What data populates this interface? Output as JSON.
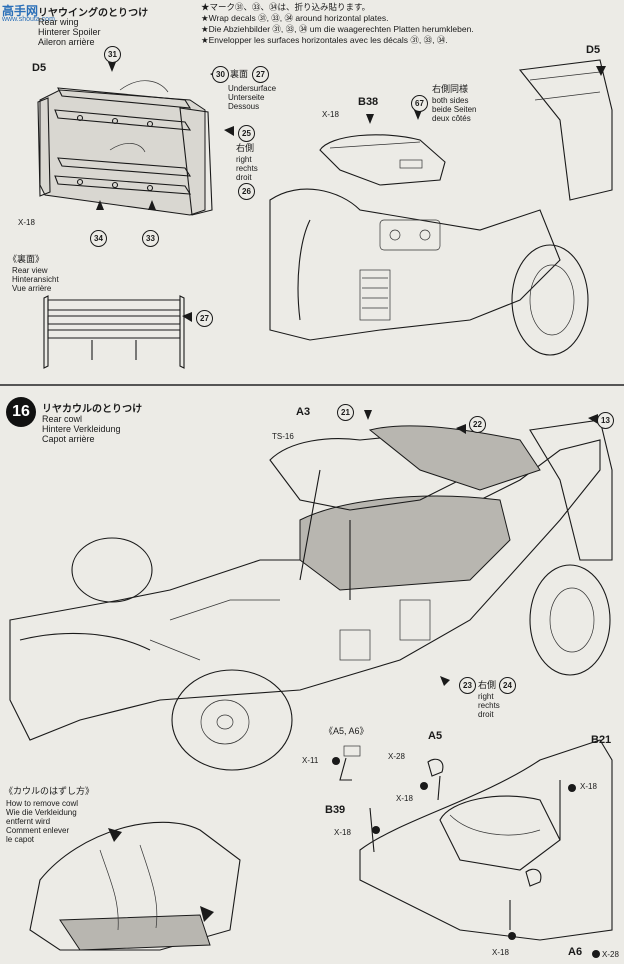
{
  "watermark": {
    "brand": "高手网",
    "sub": "www.shouta.com"
  },
  "header_notes": [
    "★マーク㉛、㉝、㉞は、折り込み貼ります。",
    "★Wrap decals ㉛, ㉝, ㉞ around horizontal plates.",
    "★Die Abziehbilder ㉛, ㉝, ㉞ um die waagerechten Platten herumkleben.",
    "★Envelopper les surfaces horizontales avec les décals ㉛, ㉝, ㉞."
  ],
  "step15": {
    "title_jp": "リヤウイングのとりつけ",
    "title_en": "Rear wing",
    "title_de": "Hinterer Spoiler",
    "title_fr": "Aileron arrière",
    "wing_left": {
      "part_d5": "D5",
      "screw": "X-18",
      "decals": {
        "d31": "31",
        "d30": "30",
        "d27": "27",
        "d25": "25",
        "d26": "26",
        "d34": "34",
        "d33": "33"
      },
      "underside": {
        "jp": "裏面",
        "en": "Undersurface",
        "de": "Unterseite",
        "fr": "Dessous"
      },
      "right": {
        "jp": "右側",
        "en": "right",
        "de": "rechts",
        "fr": "droit"
      }
    },
    "rear_view": {
      "jp": "《裏面》",
      "en": "Rear view",
      "de": "Hinteransicht",
      "fr": "Vue arrière",
      "decal": "27"
    },
    "car": {
      "part_b38": "B38",
      "part_d5": "D5",
      "screw": "X-18",
      "decal": "67",
      "both_sides": {
        "jp": "右側同様",
        "en": "both sides",
        "de": "beide Seiten",
        "fr": "deux côtés"
      }
    }
  },
  "step16": {
    "number": "16",
    "title_jp": "リヤカウルのとりつけ",
    "title_en": "Rear cowl",
    "title_de": "Hintere Verkleidung",
    "title_fr": "Capot arrière",
    "part_a3": "A3",
    "part_ts16": "TS-16",
    "decals": {
      "d21": "21",
      "d22": "22",
      "d13": "13",
      "d23": "23",
      "d24": "24"
    },
    "right": {
      "jp": "右側",
      "en": "right",
      "de": "rechts",
      "fr": "droit"
    }
  },
  "detail": {
    "group": "《A5, A6》",
    "part_a5": "A5",
    "part_b21": "B21",
    "part_b39": "B39",
    "part_a6": "A6",
    "x11": "X-11",
    "x28_top": "X-28",
    "x18_a": "X-18",
    "x18_b": "X-18",
    "x18_c": "X-18",
    "x18_d": "X-18",
    "x28_bottom": "X-28"
  },
  "remove_cowl": {
    "jp": "《カウルのはずし方》",
    "en": "How to remove cowl",
    "de": "Wie die Verkleidung",
    "de2": "entfernt wird",
    "fr": "Comment enlever",
    "fr2": "le capot"
  }
}
